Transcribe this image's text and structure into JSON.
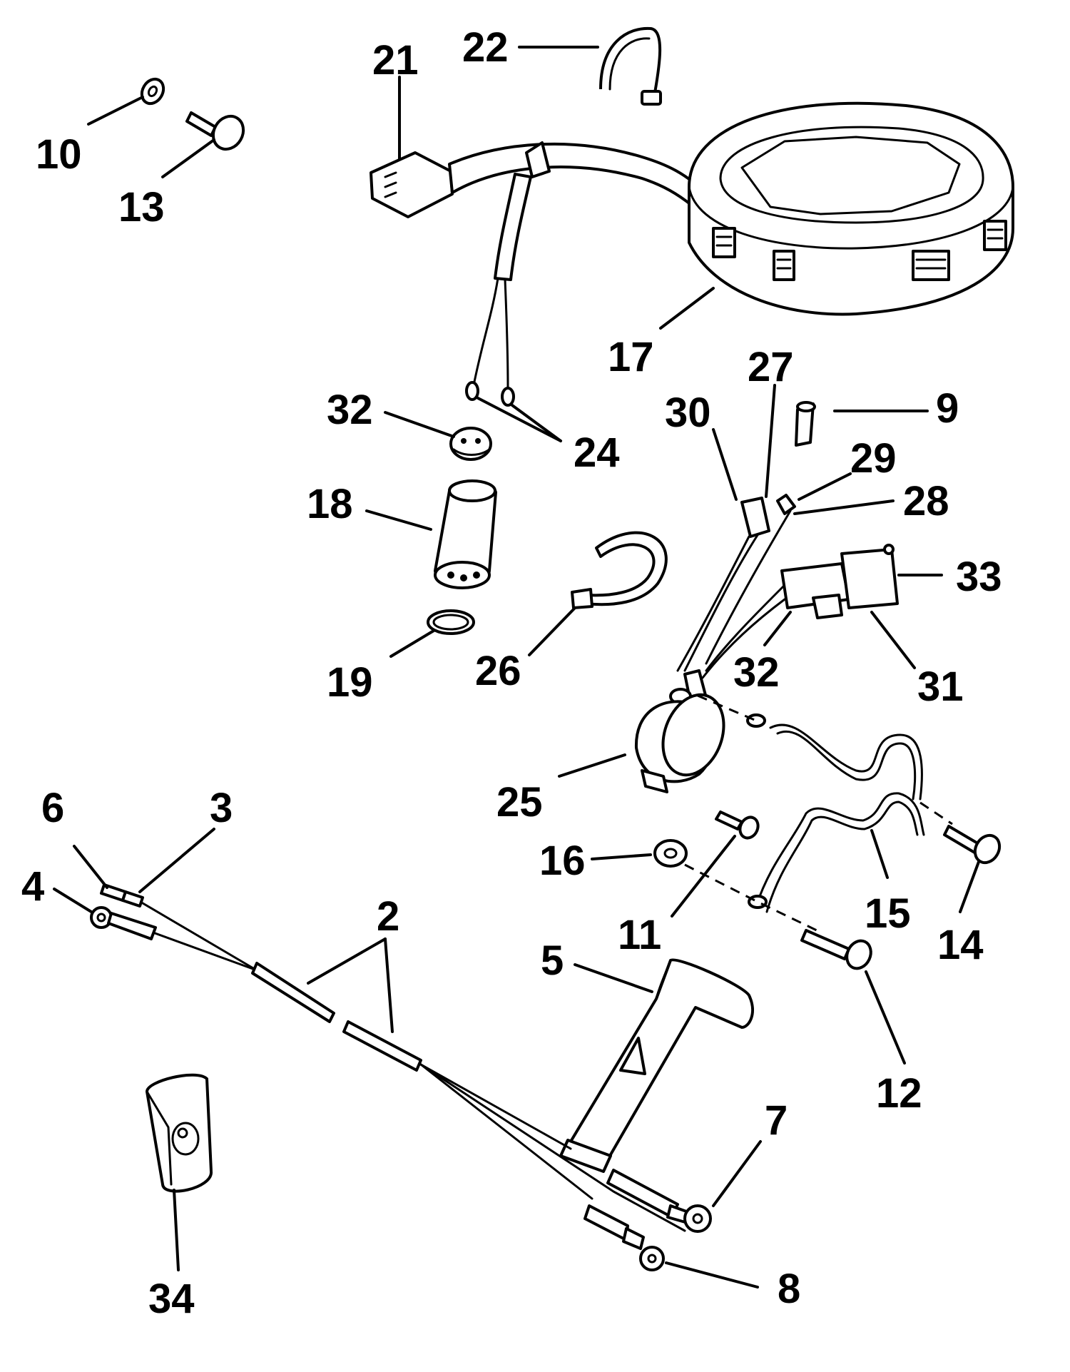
{
  "diagram": {
    "callouts": [
      {
        "id": "22",
        "label": "22"
      },
      {
        "id": "21",
        "label": "21"
      },
      {
        "id": "10",
        "label": "10"
      },
      {
        "id": "13",
        "label": "13"
      },
      {
        "id": "17",
        "label": "17"
      },
      {
        "id": "32a",
        "label": "32"
      },
      {
        "id": "24",
        "label": "24"
      },
      {
        "id": "18",
        "label": "18"
      },
      {
        "id": "19",
        "label": "19"
      },
      {
        "id": "26",
        "label": "26"
      },
      {
        "id": "30",
        "label": "30"
      },
      {
        "id": "27",
        "label": "27"
      },
      {
        "id": "9",
        "label": "9"
      },
      {
        "id": "29",
        "label": "29"
      },
      {
        "id": "28",
        "label": "28"
      },
      {
        "id": "33",
        "label": "33"
      },
      {
        "id": "32b",
        "label": "32"
      },
      {
        "id": "31",
        "label": "31"
      },
      {
        "id": "25",
        "label": "25"
      },
      {
        "id": "6",
        "label": "6"
      },
      {
        "id": "3",
        "label": "3"
      },
      {
        "id": "4",
        "label": "4"
      },
      {
        "id": "2",
        "label": "2"
      },
      {
        "id": "16",
        "label": "16"
      },
      {
        "id": "11",
        "label": "11"
      },
      {
        "id": "15",
        "label": "15"
      },
      {
        "id": "14",
        "label": "14"
      },
      {
        "id": "5",
        "label": "5"
      },
      {
        "id": "12",
        "label": "12"
      },
      {
        "id": "7",
        "label": "7"
      },
      {
        "id": "34",
        "label": "34"
      },
      {
        "id": "8",
        "label": "8"
      }
    ]
  }
}
